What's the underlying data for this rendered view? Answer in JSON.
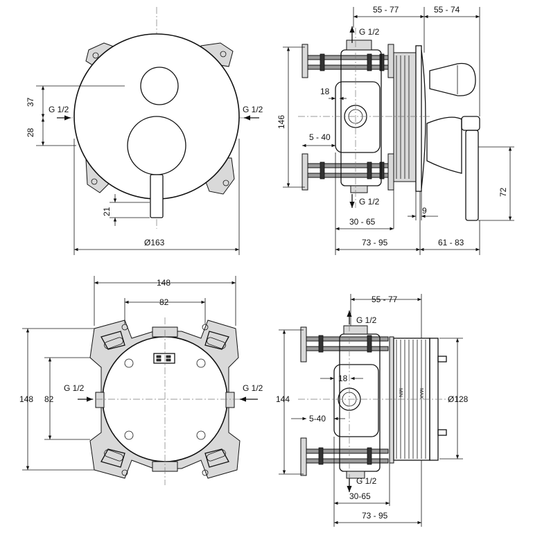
{
  "drawing": {
    "front_view": {
      "dim_37": "37",
      "dim_28": "28",
      "dim_21": "21",
      "dim_diameter": "Ø163",
      "inlet_left": "G 1/2",
      "inlet_right": "G 1/2"
    },
    "side_view": {
      "dim_55_77": "55 - 77",
      "dim_55_74": "55 - 74",
      "dim_146": "146",
      "dim_18": "18",
      "dim_5_40": "5 - 40",
      "outlet_top": "G 1/2",
      "outlet_bottom": "G 1/2",
      "dim_30_65": "30 - 65",
      "dim_9": "9",
      "dim_72": "72",
      "dim_73_95": "73 - 95",
      "dim_61_83": "61 - 83"
    },
    "body_front_view": {
      "dim_148_w": "148",
      "dim_82_w": "82",
      "dim_148_h": "148",
      "dim_82_h": "82",
      "inlet_left": "G 1/2",
      "inlet_right": "G 1/2"
    },
    "body_side_view": {
      "dim_55_77": "55 - 77",
      "outlet_top": "G 1/2",
      "dim_18": "18",
      "dim_144": "144",
      "dim_5_40": "5-40",
      "dim_diameter": "Ø128",
      "outlet_bottom": "G 1/2",
      "dim_30_65": "30-65",
      "dim_73_95": "73 - 95",
      "mark_min": "MIN",
      "mark_max": "MAX"
    }
  }
}
